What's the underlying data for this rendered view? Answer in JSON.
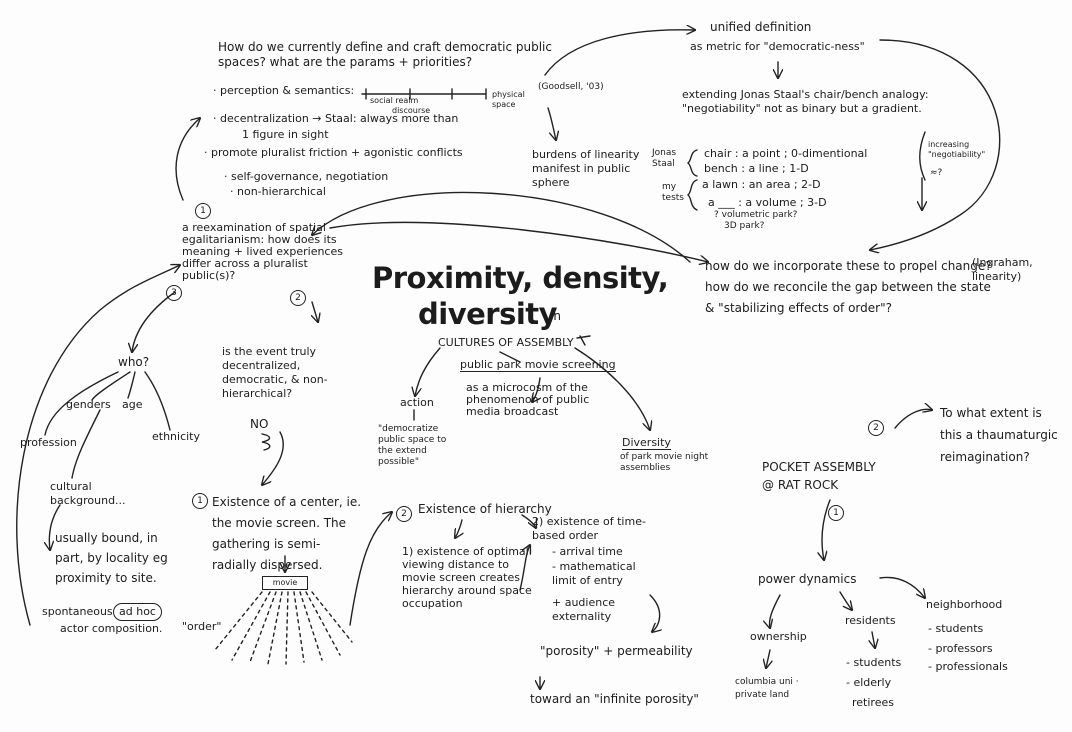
{
  "title": {
    "main_line1": "Proximity, density,",
    "main_line2": "diversity",
    "in": "in",
    "cultures": "CULTURES OF ASSEMBLY"
  },
  "top": {
    "question": "How do we currently define and craft democratic public spaces? what are the params + priorities?",
    "perception": "· perception & semantics:",
    "social_realm": "social realm",
    "discourse": "discourse",
    "physical_space": "physical space",
    "goodsell": "(Goodsell, '03)",
    "decentralization": "· decentralization → Staal: always more than",
    "one_figure": "1 figure in sight",
    "pluralist": "· promote pluralist friction + agonistic conflicts",
    "self_gov": "· self-governance, negotiation",
    "non_hier": "· non-hierarchical",
    "burdens": "burdens of linearity manifest in public sphere"
  },
  "unified": {
    "line1": "unified definition",
    "line2": "as metric for \"democratic-ness\"",
    "extending": "extending Jonas Staal's chair/bench analogy: \"negotiability\" not as binary but a gradient.",
    "jonas_staal": "Jonas Staal",
    "my_tests": "my tests",
    "chair": "chair : a point ; 0-dimentional",
    "bench": "bench : a line ; 1-D",
    "lawn": "a lawn : an area ; 2-D",
    "volume": "a ___ : a volume ; 3-D",
    "volumetric": "? volumetric park?",
    "park3d": "3D park?",
    "increasing": "increasing \"negotiability\"",
    "approx": "≈?"
  },
  "incorporate": {
    "text": "how do we incorporate these to propel change? how do we reconcile the gap between the state & \"stabilizing effects of order\"?",
    "ingraham": "(Ingraham, linearity)"
  },
  "reexam": {
    "num1": "1",
    "text": "a reexamination of spatial egalitarianism: how does its meaning + lived experiences differ across a pluralist public(s)?",
    "num3": "3",
    "num2": "2"
  },
  "who": {
    "label": "who?",
    "genders": "genders",
    "age": "age",
    "profession": "profession",
    "ethnicity": "ethnicity",
    "cultural": "cultural background...",
    "bound": "usually bound, in part, by locality eg proximity to site.",
    "spontaneous": "spontaneous",
    "ad_hoc": "ad hoc",
    "actor": "actor composition."
  },
  "event": {
    "question": "is the event truly decentralized, democratic, & non-hierarchical?",
    "no": "NO",
    "center": "Existence of a center, ie. the movie screen. The gathering is semi-radially dispersed.",
    "num1": "1",
    "screen": "movie",
    "order": "\"order\""
  },
  "screening": {
    "label": "public park movie screening",
    "action": "action",
    "democratize": "\"democratize public space to the extend possible\"",
    "microcosm": "as a microcosm of the phenomenon of public media broadcast",
    "diversity": "Diversity",
    "diversity_rest": "of park movie night assemblies"
  },
  "hierarchy": {
    "num2": "2",
    "label": "Existence of hierarchy",
    "optimal": "1) existence of optimal viewing distance to movie screen creates hierarchy around space occupation",
    "time": "2) existence of time-based order",
    "arrival": "- arrival time",
    "math": "- mathematical limit of entry",
    "audience": "+ audience externality",
    "porosity": "\"porosity\" + permeability",
    "toward": "toward an \"infinite porosity\""
  },
  "pocket": {
    "label1": "POCKET ASSEMBLY",
    "label2": "@ RAT ROCK",
    "num1": "1",
    "num2": "2",
    "question": "To what extent is this a thaumaturgic reimagination?",
    "power": "power dynamics",
    "ownership": "ownership",
    "owner_detail": "columbia uni · private land",
    "residents": "residents",
    "res_students": "- students",
    "res_elderly": "- elderly",
    "res_retirees": "retirees",
    "neighborhood": "neighborhood",
    "nb_students": "- students",
    "nb_professors": "- professors",
    "nb_professionals": "- professionals"
  }
}
